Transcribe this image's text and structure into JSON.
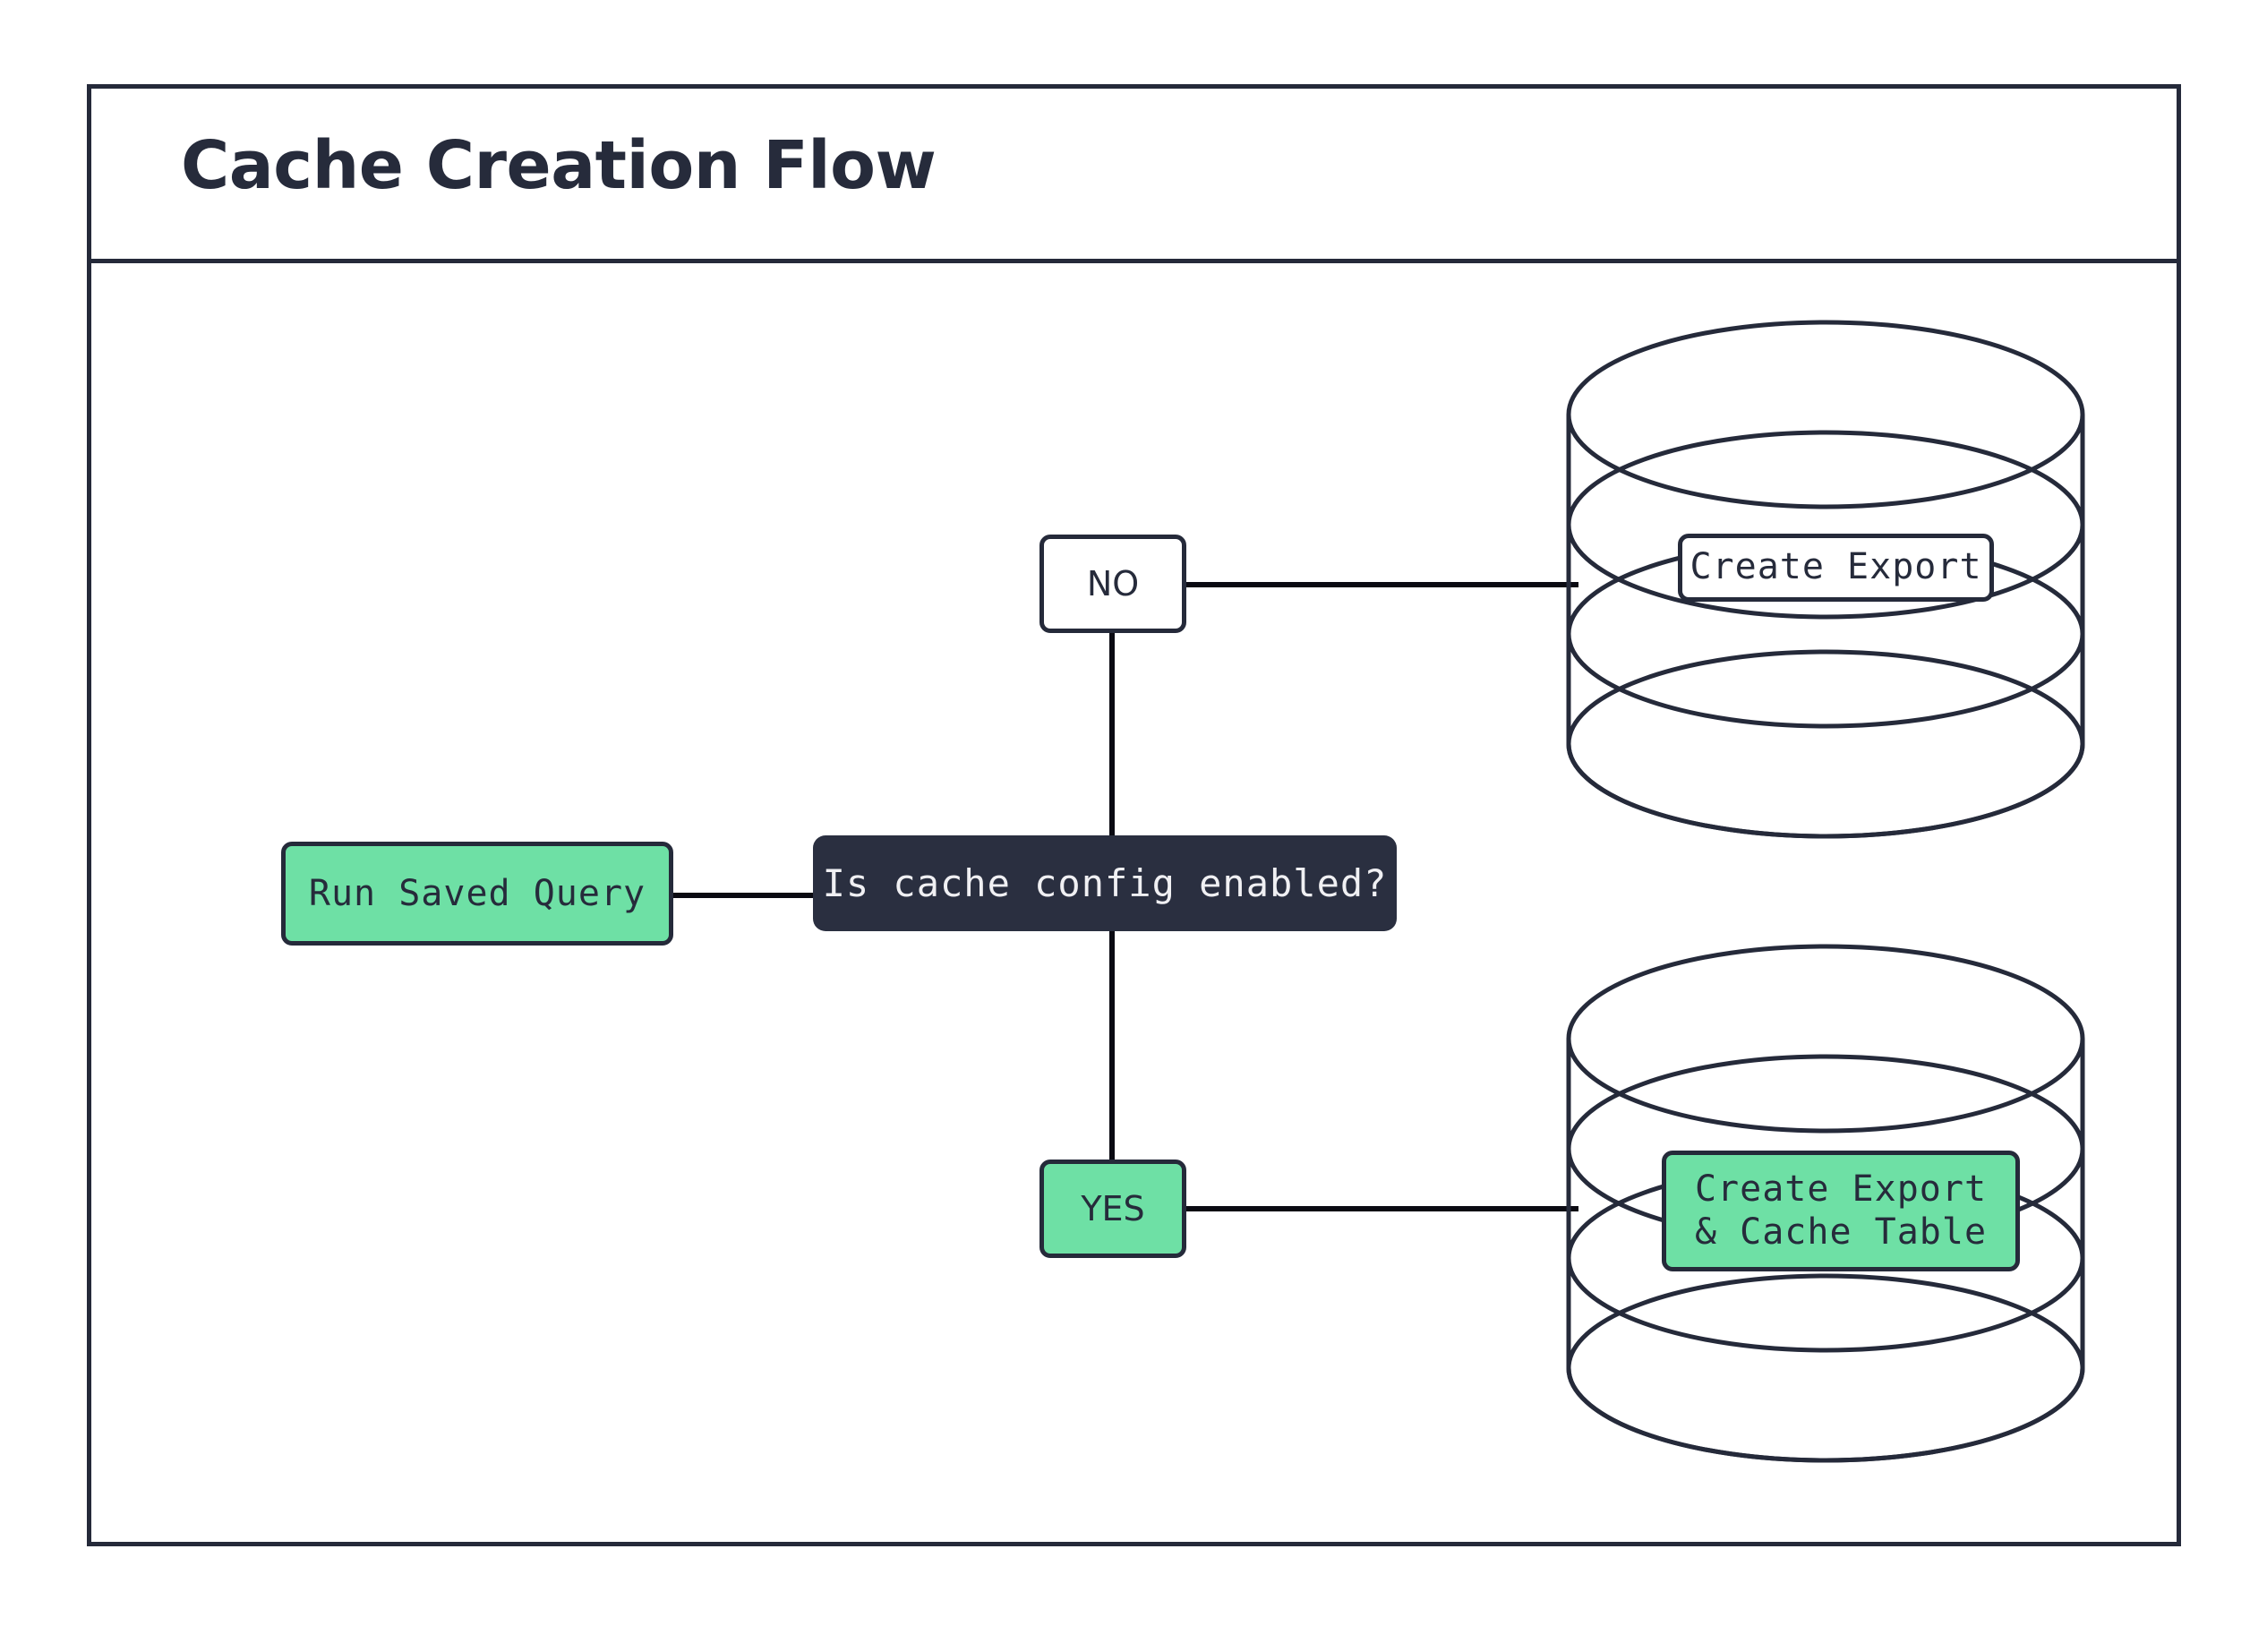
{
  "diagram": {
    "title": "Cache Creation Flow",
    "type": "flowchart",
    "colors": {
      "border": "#252a3a",
      "line": "#0a0a12",
      "accent_green": "#6ee0a5",
      "decision_fill": "#2a2f40",
      "decision_text": "#f0f0f3",
      "text": "#262b3b",
      "background": "#ffffff"
    },
    "nodes": {
      "start": {
        "label": "Run Saved Query",
        "shape": "rounded-rect",
        "fill": "green"
      },
      "decision": {
        "label": "Is cache config enabled?",
        "shape": "rounded-rect",
        "fill": "dark"
      },
      "branch_no": {
        "label": "NO",
        "shape": "rounded-rect",
        "fill": "white"
      },
      "branch_yes": {
        "label": "YES",
        "shape": "rounded-rect",
        "fill": "green"
      },
      "db_export": {
        "label": "Create Export",
        "shape": "database-cylinder",
        "fill": "white"
      },
      "db_export_cache": {
        "label_line1": "Create Export",
        "label_line2": "& Cache Table",
        "shape": "database-cylinder",
        "fill": "green"
      }
    },
    "edges": [
      {
        "from": "start",
        "to": "decision",
        "label": ""
      },
      {
        "from": "decision",
        "to": "branch_no",
        "label": ""
      },
      {
        "from": "decision",
        "to": "branch_yes",
        "label": ""
      },
      {
        "from": "branch_no",
        "to": "db_export",
        "label": ""
      },
      {
        "from": "branch_yes",
        "to": "db_export_cache",
        "label": ""
      }
    ]
  }
}
